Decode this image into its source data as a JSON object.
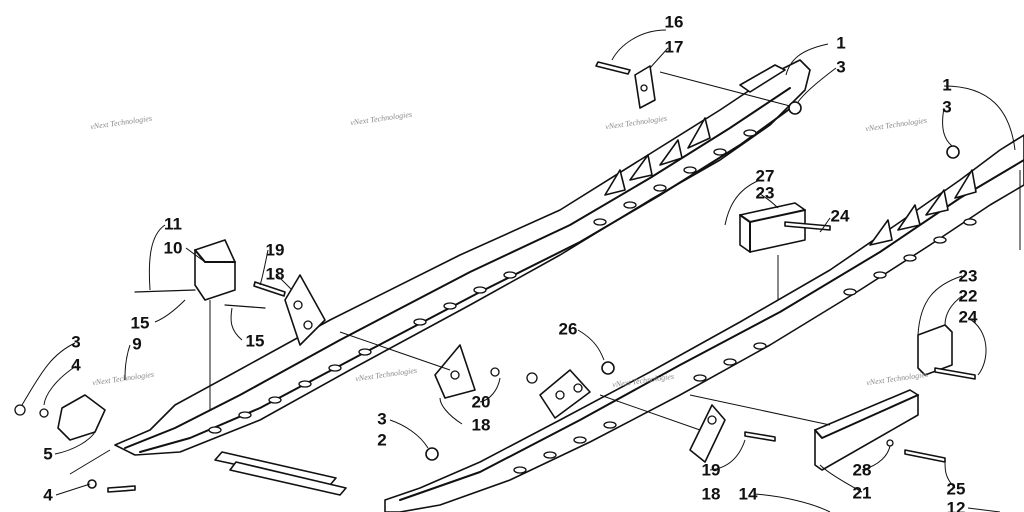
{
  "watermark": "vNext Technologies",
  "callouts": [
    {
      "id": "16a",
      "text": "16"
    },
    {
      "id": "17a",
      "text": "17"
    },
    {
      "id": "1a",
      "text": "1"
    },
    {
      "id": "3a",
      "text": "3"
    },
    {
      "id": "1b",
      "text": "1"
    },
    {
      "id": "3b",
      "text": "3"
    },
    {
      "id": "27a",
      "text": "27"
    },
    {
      "id": "23a",
      "text": "23"
    },
    {
      "id": "24a",
      "text": "24"
    },
    {
      "id": "11a",
      "text": "11"
    },
    {
      "id": "10a",
      "text": "10"
    },
    {
      "id": "19a",
      "text": "19"
    },
    {
      "id": "18a",
      "text": "18"
    },
    {
      "id": "15a",
      "text": "15"
    },
    {
      "id": "15b",
      "text": "15"
    },
    {
      "id": "9a",
      "text": "9"
    },
    {
      "id": "3c",
      "text": "3"
    },
    {
      "id": "4a",
      "text": "4"
    },
    {
      "id": "5a",
      "text": "5"
    },
    {
      "id": "4b",
      "text": "4"
    },
    {
      "id": "26a",
      "text": "26"
    },
    {
      "id": "20a",
      "text": "20"
    },
    {
      "id": "18b",
      "text": "18"
    },
    {
      "id": "3d",
      "text": "3"
    },
    {
      "id": "2a",
      "text": "2"
    },
    {
      "id": "23b",
      "text": "23"
    },
    {
      "id": "22a",
      "text": "22"
    },
    {
      "id": "24b",
      "text": "24"
    },
    {
      "id": "19b",
      "text": "19"
    },
    {
      "id": "18c",
      "text": "18"
    },
    {
      "id": "14a",
      "text": "14"
    },
    {
      "id": "28a",
      "text": "28"
    },
    {
      "id": "21a",
      "text": "21"
    },
    {
      "id": "25a",
      "text": "25"
    },
    {
      "id": "12a",
      "text": "12"
    }
  ]
}
